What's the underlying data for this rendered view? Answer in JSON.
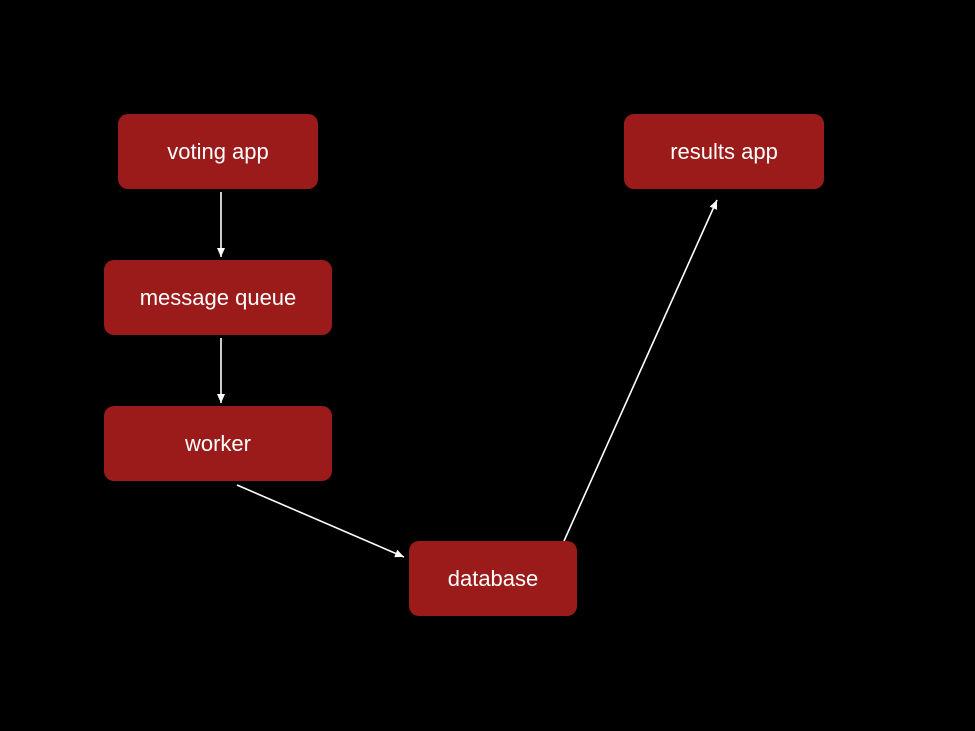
{
  "diagram": {
    "background": "#000000",
    "node_color": "#9b1a1a",
    "text_color": "#ffffff",
    "edge_color": "#ffffff",
    "nodes": {
      "voting_app": "voting app",
      "message_queue": "message queue",
      "worker": "worker",
      "database": "database",
      "results_app": "results app"
    },
    "edges": [
      {
        "from": "voting_app",
        "to": "message_queue"
      },
      {
        "from": "message_queue",
        "to": "worker"
      },
      {
        "from": "worker",
        "to": "database"
      },
      {
        "from": "database",
        "to": "results_app"
      }
    ]
  }
}
